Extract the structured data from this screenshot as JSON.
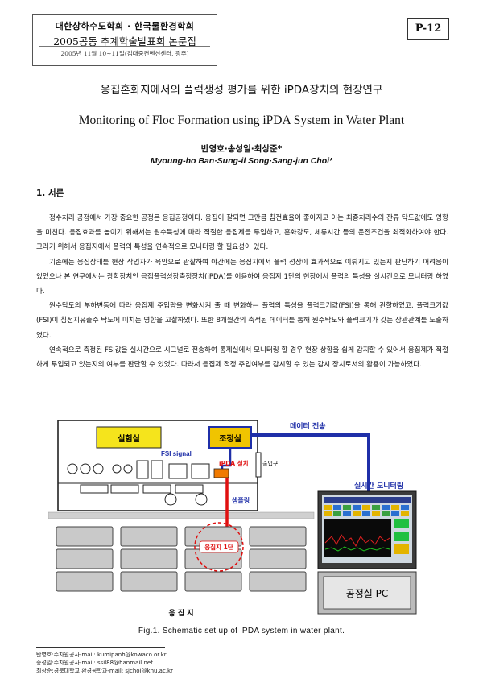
{
  "header": {
    "society": "대한상하수도학회 · 한국물환경학회",
    "event": "2005공동 추계학술발표회 논문집",
    "date_place": "2005년 11월 10~11일(김대중컨벤션센터, 광주)",
    "page_code": "P-12"
  },
  "title_ko": "응집혼화지에서의 플럭생성 평가를 위한 iPDA장치의 현장연구",
  "title_en": "Monitoring of Floc Formation using iPDA System in Water Plant",
  "authors_ko": "반영호·송성일·최상준*",
  "authors_en": "Myoung-ho Ban·Sung-il Song·Sang-jun Choi*",
  "section": "1. 서론",
  "paragraphs": [
    "정수처리 공정에서 가장 중요한 공정은 응집공정이다. 응집이 잘되면 그만큼 침전효율이 좋아지고 이는 최종처리수의 잔류 탁도값에도 영향을 미친다. 응집효과를 높이기 위해서는 원수특성에 따라 적절한 응집제를 투입하고, 혼화강도, 체류시간 등의 운전조건을 최적화하여야 한다. 그러기 위해서 응집지에서 플럭의 특성을 연속적으로 모니터링 할 필요성이 있다.",
    "기존에는 응집상태를 현장 작업자가 육안으로 관찰하여 야간에는 응집지에서 플럭 성장이 효과적으로 이뤄지고 있는지 판단하기 어려움이 있었으나 본 연구에서는 광학장치인 응집플럭성장측정장치(iPDA)를 이용하여 응집지 1단의 현장에서 플럭의 특성을 실시간으로 모니터링 하였다.",
    "원수탁도의 부하변동에 따라 응집제 주입량을 변화시켜 줄 때 변화하는 플럭의 특성을 플럭크기값(FSI)을 통해 관찰하였고, 플럭크기값(FSI)이 침전지유출수 탁도에 미치는 영향을 고찰하였다. 또한 8개월간의 축적된 데이터를 통해 원수탁도와 플럭크기가 갖는 상관관계를 도출하였다.",
    "연속적으로 측정된 FSI값을 실시간으로 시그널로 전송하여 통제실에서 모니터링 할 경우 현장 상황을 쉽게 감지할 수 있어서 응집제가 적절하게 투입되고 있는지의 여부를 판단할 수 있었다. 따라서 응집제 적정 주입여부를 감시할 수 있는 감시 장치로서의 활용이 가능하였다."
  ],
  "figure": {
    "lab": "실험실",
    "control_room": "조정실",
    "fsi_signal": "FSI signal",
    "ipda": "iPDA 설치",
    "entrance": "출입구",
    "sampling": "샘플링",
    "data_transfer": "데이터 전송",
    "realtime": "실시간  모니터링",
    "stage1": "응집지 1단",
    "basin": "응 집 지",
    "pc": "공정실 PC",
    "colors": {
      "blue": "#1f2fa8",
      "red": "#e01010",
      "yellow": "#f0c400"
    }
  },
  "caption": "Fig.1. Schematic set up of iPDA system in water plant.",
  "footnotes": [
    "반영호:수자원공사-mail: kumipanh@kowaco.or.kr",
    "송성일:수자원공사-mail: ssil88@hanmail.net",
    "최상준:경북대학교 환경공학과-mail: sjchoi@knu.ac.kr"
  ]
}
